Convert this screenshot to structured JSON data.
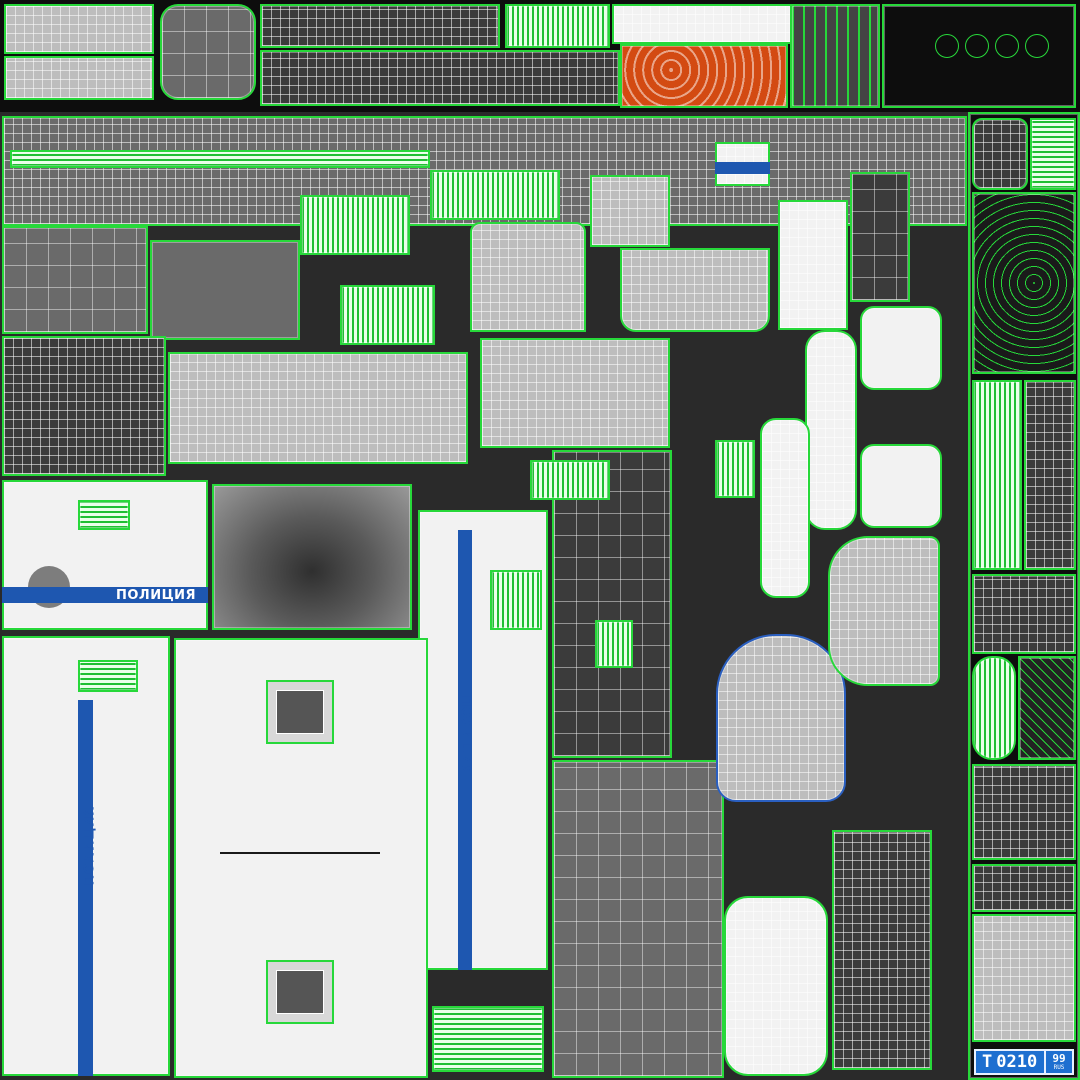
{
  "texture": {
    "side_panel_label": "ПОЛИЦИЯ",
    "door_label_vertical": "ПОЛИЦИЯ",
    "door_label_mirrored": "ПОЛИЦИЯ",
    "license_plate": {
      "letter": "Т",
      "number": "0210",
      "region": "99",
      "country": "RUS"
    }
  },
  "colors": {
    "uv_wire": "#27d83a",
    "police_blue": "#1e57b0",
    "plate_blue": "#1e6fd0",
    "body_white": "#f2f2f2",
    "atlas_orange": "#d34a12"
  }
}
